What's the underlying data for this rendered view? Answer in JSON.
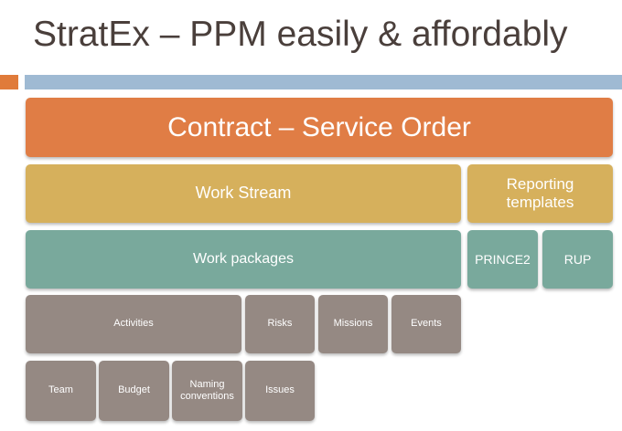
{
  "slide": {
    "title": "StratEx – PPM easily & affordably"
  },
  "diagram": {
    "contract": "Contract – Service Order",
    "work_stream": "Work Stream",
    "reporting_templates": "Reporting templates",
    "work_packages": "Work packages",
    "prince2": "PRINCE2",
    "rup": "RUP",
    "activities": "Activities",
    "risks": "Risks",
    "missions": "Missions",
    "events": "Events",
    "team": "Team",
    "budget": "Budget",
    "naming_conventions": "Naming conventions",
    "issues": "Issues"
  },
  "colors": {
    "orange": "#e07d45",
    "gold": "#d6b05c",
    "teal": "#79a99c",
    "grey": "#958983",
    "accent_bar": "#9fbad3",
    "accent_square": "#e07b3a",
    "title_text": "#4a3f3b"
  }
}
